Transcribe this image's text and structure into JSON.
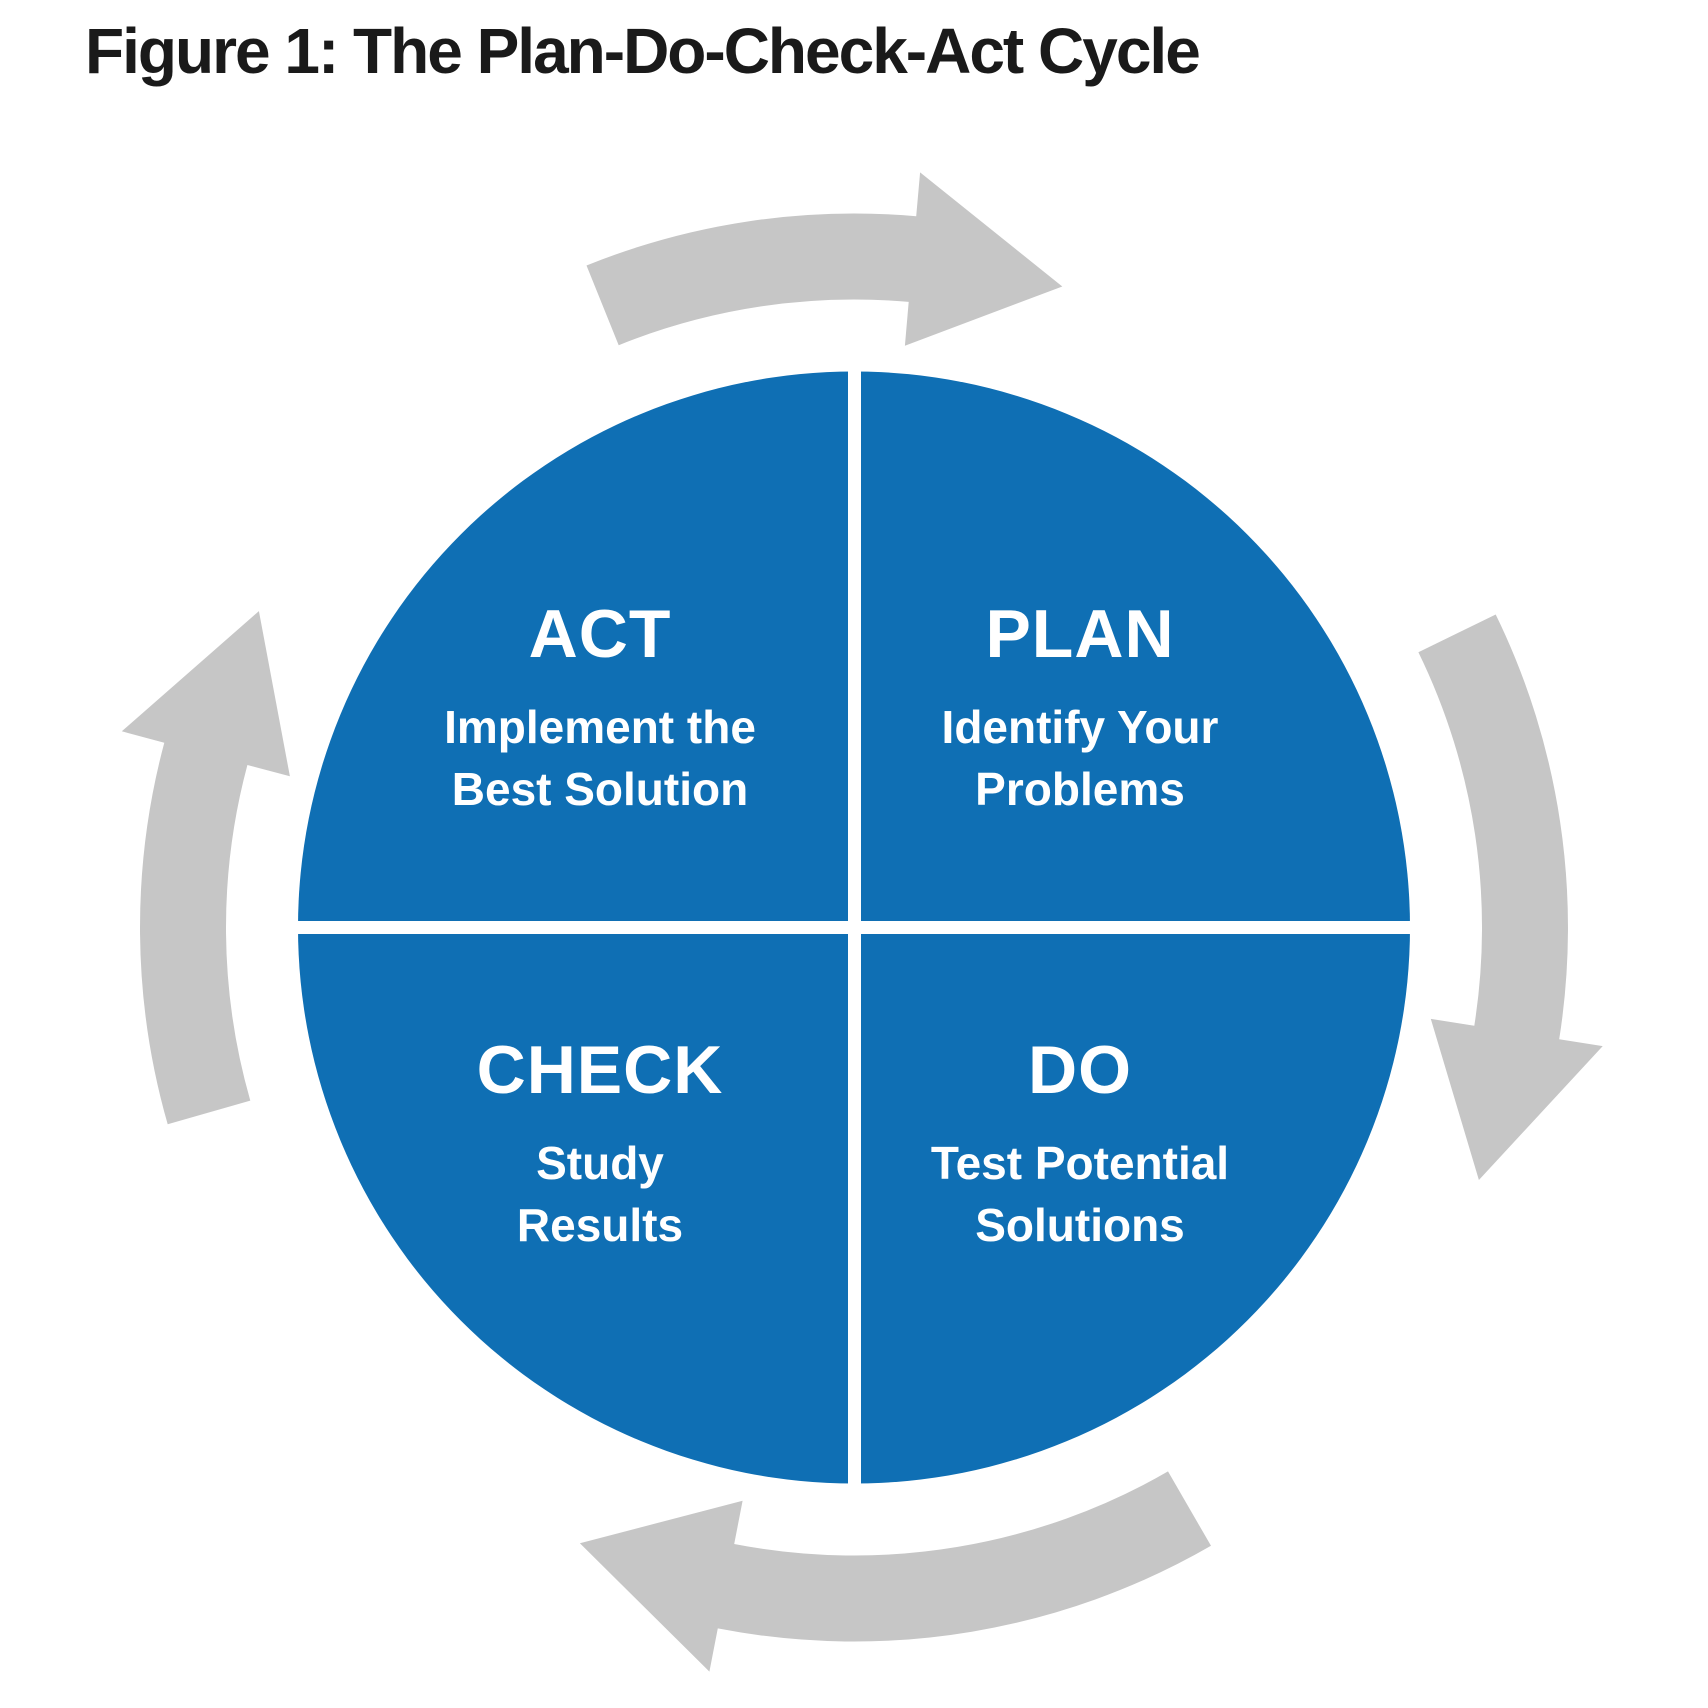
{
  "title": "Figure 1: The Plan-Do-Check-Act Cycle",
  "colors": {
    "circle_blue": "#0F6FB4",
    "arrow_gray": "#C6C6C6",
    "divider_white": "#FFFFFF",
    "title_black": "#1A1A1A",
    "quadrant_text": "#FFFFFF"
  },
  "cycle": {
    "plan": {
      "label": "PLAN",
      "desc_line1": "Identify Your",
      "desc_line2": "Problems"
    },
    "do": {
      "label": "DO",
      "desc_line1": "Test Potential",
      "desc_line2": "Solutions"
    },
    "check": {
      "label": "CHECK",
      "desc_line1": "Study",
      "desc_line2": "Results"
    },
    "act": {
      "label": "ACT",
      "desc_line1": "Implement the",
      "desc_line2": "Best Solution"
    }
  }
}
